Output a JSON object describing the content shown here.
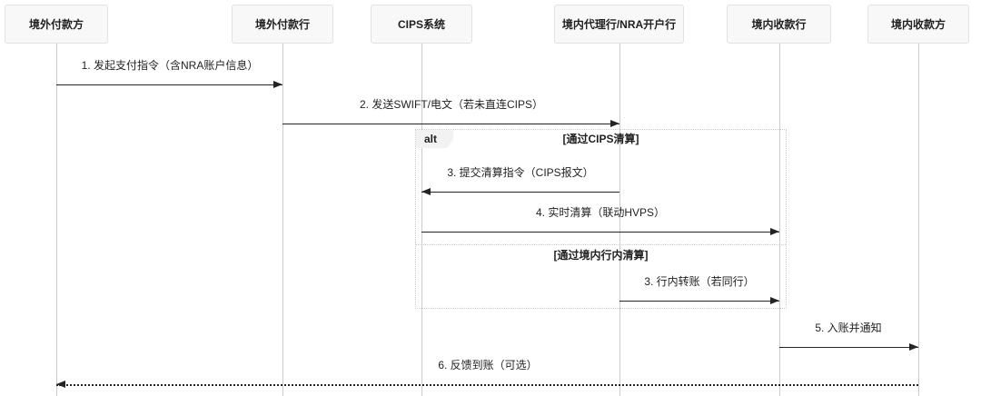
{
  "diagram_type": "sequence",
  "colors": {
    "bg": "#ffffff",
    "text": "#1f2020",
    "line": "#242424",
    "lifeline": "#cccccc",
    "actor-fill": "#f8f8f8",
    "actor-border": "#e2e2e2",
    "frame-border": "#cccccc",
    "frame-label-fill": "#f2f2f2"
  },
  "actors": [
    {
      "label": "境外付款方"
    },
    {
      "label": "境外付款行"
    },
    {
      "label": "CIPS系统"
    },
    {
      "label": "境内代理行/NRA开户行"
    },
    {
      "label": "境内收款行"
    },
    {
      "label": "境内收款方"
    }
  ],
  "messages": [
    {
      "label": "1. 发起支付指令（含NRA账户信息）",
      "from": "境外付款方",
      "to": "境外付款行",
      "line": "solid"
    },
    {
      "label": "2. 发送SWIFT/电文（若未直连CIPS）",
      "from": "境外付款行",
      "to": "境内代理行/NRA开户行",
      "line": "solid"
    },
    {
      "label": "3. 提交清算指令（CIPS报文）",
      "from": "境内代理行/NRA开户行",
      "to": "CIPS系统",
      "line": "solid"
    },
    {
      "label": "4. 实时清算（联动HVPS）",
      "from": "CIPS系统",
      "to": "境内收款行",
      "line": "solid"
    },
    {
      "label": "3. 行内转账（若同行）",
      "from": "境内代理行/NRA开户行",
      "to": "境内收款行",
      "line": "solid"
    },
    {
      "label": "5. 入账并通知",
      "from": "境内收款行",
      "to": "境内收款方",
      "line": "solid"
    },
    {
      "label": "6. 反馈到账（可选）",
      "from": "境内收款方",
      "to": "境外付款方",
      "line": "dotted"
    }
  ],
  "frame": {
    "operator": "alt",
    "sections": [
      {
        "guard": "[通过CIPS清算]"
      },
      {
        "guard": "[通过境内行内清算]"
      }
    ]
  }
}
